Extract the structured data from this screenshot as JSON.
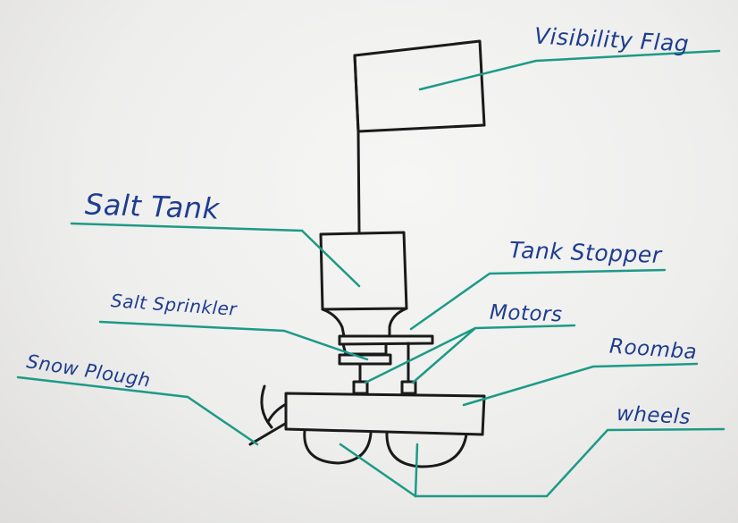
{
  "diagram": {
    "labels": {
      "visibility_flag": "Visibility Flag",
      "salt_tank": "Salt Tank",
      "tank_stopper": "Tank Stopper",
      "salt_sprinkler": "Salt Sprinkler",
      "motors": "Motors",
      "snow_plough": "Snow Plough",
      "roomba": "Roomba",
      "wheels": "wheels"
    },
    "colors": {
      "label_ink": "#1f3d8f",
      "leader_ink": "#1d9a86",
      "drawing_ink": "#1a1a1a",
      "board": "#eeeeed"
    }
  }
}
